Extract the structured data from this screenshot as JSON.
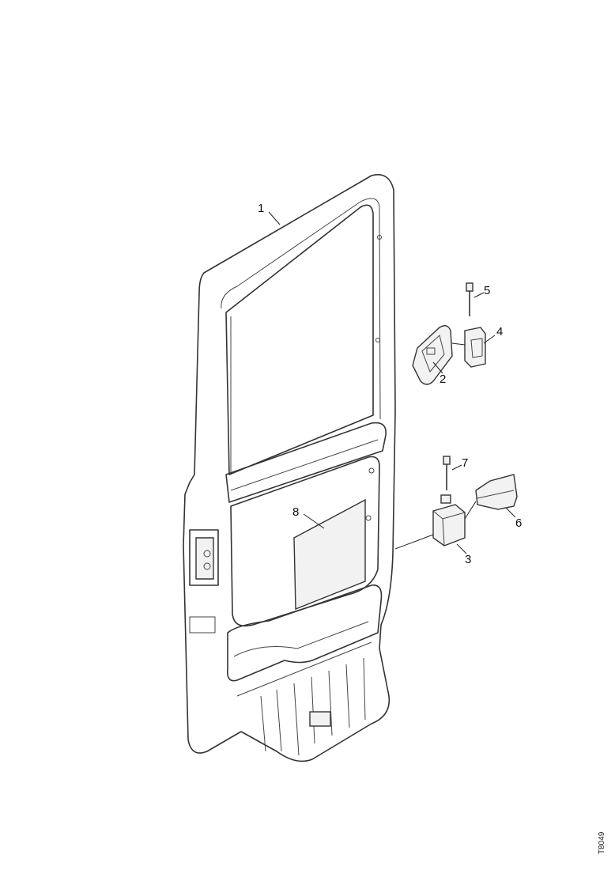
{
  "callouts": {
    "door_frame": "1",
    "interior_handle": "2",
    "lock_actuator": "3",
    "handle_bracket": "4",
    "handle_screw": "5",
    "lock_bracket": "6",
    "lock_screw": "7",
    "trim_panel": "8"
  },
  "drawing_code": "T8049"
}
